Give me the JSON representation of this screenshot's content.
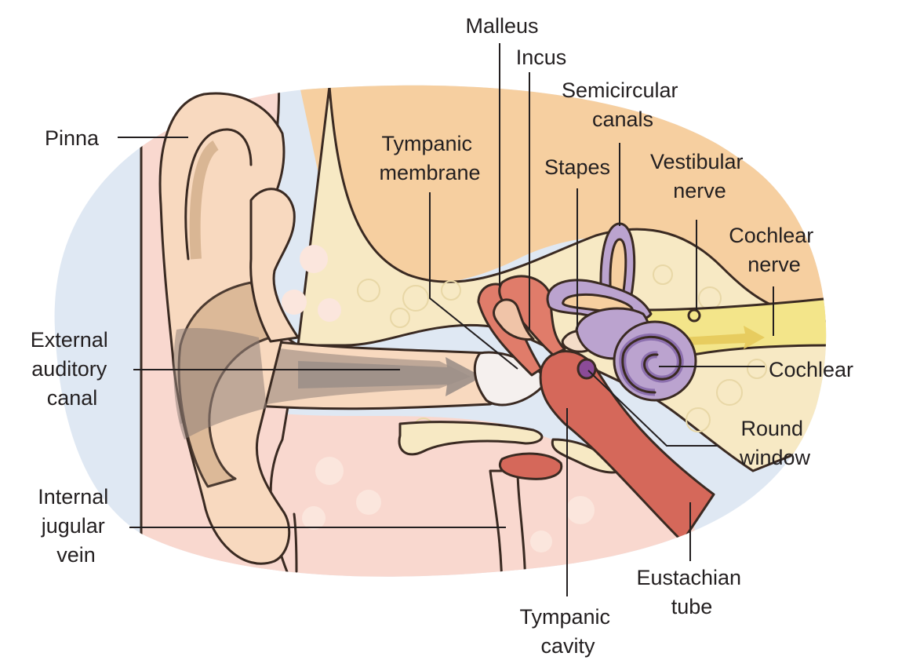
{
  "colors": {
    "background_oval": "#dfe8f3",
    "skin": "#f8d9bf",
    "skin_dark": "#d9b694",
    "bone": "#f6cfa0",
    "bone_light": "#f7e9c4",
    "soft_tissue": "#f9d8cf",
    "canal_shadow": "#8f7f78",
    "ossicle": "#e07c6a",
    "eustachian": "#d5685a",
    "inner_ear": "#bba3cf",
    "inner_ear_dark": "#8c6fae",
    "round_window": "#8b4b98",
    "nerve": "#f3e58a",
    "outline": "#3a2a22",
    "label_text": "#231f20"
  },
  "labels": {
    "pinna": [
      "Pinna"
    ],
    "external_auditory_canal": [
      "External",
      "auditory",
      "canal"
    ],
    "internal_jugular_vein": [
      "Internal",
      "jugular",
      "vein"
    ],
    "malleus": [
      "Malleus"
    ],
    "incus": [
      "Incus"
    ],
    "tympanic_membrane": [
      "Tympanic",
      "membrane"
    ],
    "semicircular_canals": [
      "Semicircular",
      "canals"
    ],
    "stapes": [
      "Stapes"
    ],
    "vestibular_nerve": [
      "Vestibular",
      "nerve"
    ],
    "cochlear_nerve": [
      "Cochlear",
      "nerve"
    ],
    "cochlear": [
      "Cochlear"
    ],
    "round_window": [
      "Round",
      "window"
    ],
    "eustachian_tube": [
      "Eustachian",
      "tube"
    ],
    "tympanic_cavity": [
      "Tympanic",
      "cavity"
    ]
  }
}
